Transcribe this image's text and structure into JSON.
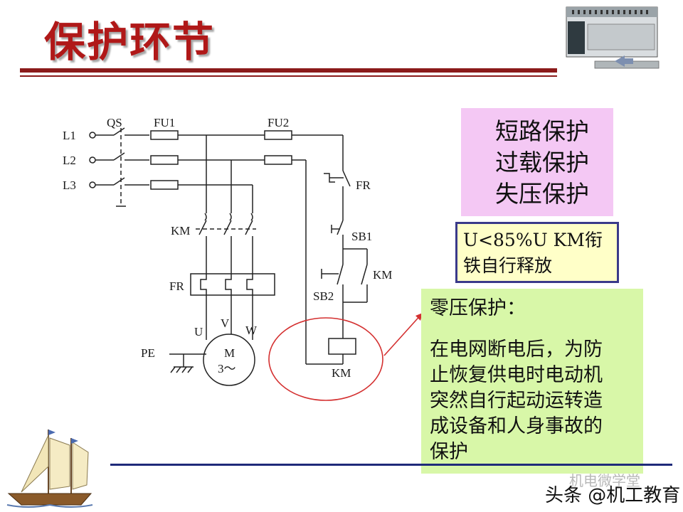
{
  "title": "保护环节",
  "pink_box": {
    "lines": [
      "短路保护",
      "过载保护",
      "失压保护"
    ]
  },
  "yellow_box": {
    "lines": [
      "U<85%U KM衔",
      "铁自行释放"
    ]
  },
  "green_box": {
    "heading": "零压保护：",
    "lines": [
      "在电网断电后，为防",
      "止恢复供电时电动机",
      "突然自行起动运转造",
      "成设备和人身事故的",
      "保护"
    ]
  },
  "circuit": {
    "labels": {
      "L1": "L1",
      "L2": "L2",
      "L3": "L3",
      "QS": "QS",
      "FU1": "FU1",
      "FU2": "FU2",
      "FR_contact": "FR",
      "SB1": "SB1",
      "SB2": "SB2",
      "KM_aux": "KM",
      "KM_main": "KM",
      "FR_relay": "FR",
      "U": "U",
      "V": "V",
      "W": "W",
      "PE": "PE",
      "motor_M": "M",
      "motor_3": "3～",
      "KM_coil": "KM"
    }
  },
  "watermark": {
    "brand": "机电微学堂",
    "main": "头条 @机工教育"
  },
  "colors": {
    "title": "#b01818",
    "rule": "#8b1a1a",
    "pink": "#f4c8f4",
    "yellow": "#ffffc8",
    "green": "#d8f7a8",
    "highlight": "#d43030",
    "bottom_rule": "#1f2a7a"
  }
}
